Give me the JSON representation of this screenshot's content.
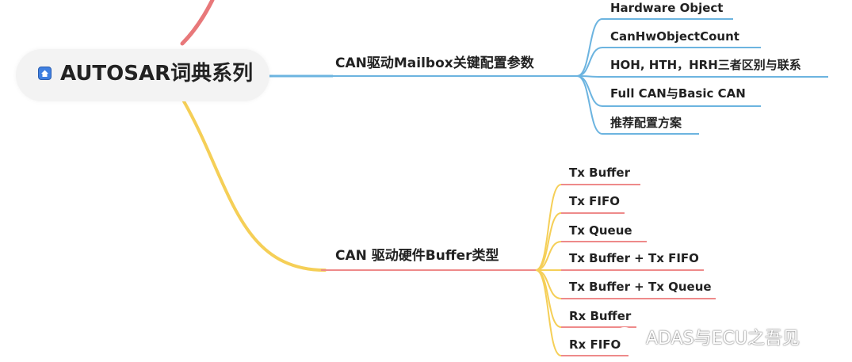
{
  "root": {
    "title": "AUTOSAR词典系列",
    "icon": "home-icon",
    "icon_color": "#3f7fe0"
  },
  "branches": [
    {
      "label": "CAN驱动Mailbox关键配置参数",
      "color": "#6cb4e0",
      "leaves": [
        "Hardware Object",
        "CanHwObjectCount",
        "HOH, HTH，HRH三者区别与联系",
        "Full CAN与Basic CAN",
        "推荐配置方案"
      ]
    },
    {
      "label": "CAN 驱动硬件Buffer类型",
      "color": "#f5cf57",
      "underline_color": "#ee8a8a",
      "leaves": [
        "Tx Buffer",
        "Tx FIFO",
        "Tx Queue",
        "Tx Buffer + Tx FIFO",
        "Tx Buffer + Tx Queue",
        "Rx Buffer",
        "Rx FIFO"
      ]
    }
  ],
  "top_branch_color": "#e8787a",
  "watermark": {
    "text": "ADAS与ECU之吾见",
    "icon": "wechat-icon"
  }
}
